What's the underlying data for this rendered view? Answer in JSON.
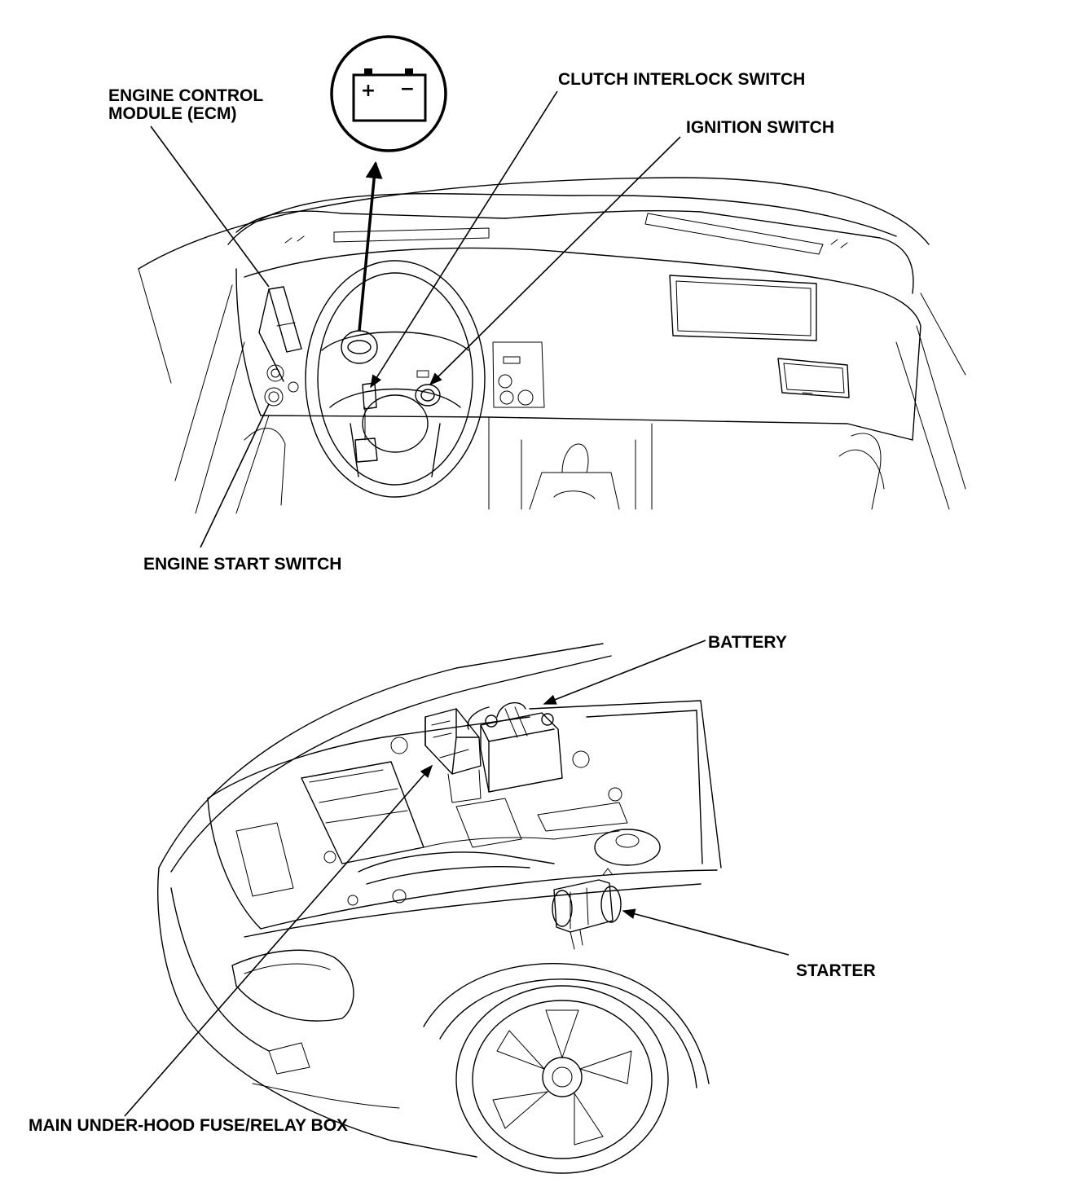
{
  "labels": {
    "ecm_line1": "ENGINE CONTROL",
    "ecm_line2": "MODULE (ECM)",
    "clutch_interlock": "CLUTCH INTERLOCK SWITCH",
    "ignition_switch": "IGNITION SWITCH",
    "engine_start_switch": "ENGINE START SWITCH",
    "battery": "BATTERY",
    "starter": "STARTER",
    "fuse_box": "MAIN UNDER-HOOD FUSE/RELAY BOX"
  },
  "battery_symbol": {
    "positive": "+",
    "negative": "−"
  },
  "icons": [
    "battery-symbol-icon",
    "arrow-icon"
  ]
}
